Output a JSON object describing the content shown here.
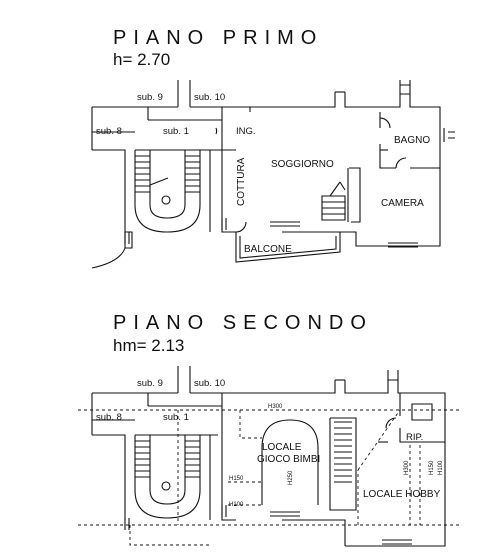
{
  "floors": [
    {
      "title": "PIANO PRIMO",
      "height": "h= 2.70",
      "labels": {
        "sub9": "sub. 9",
        "sub10": "sub. 10",
        "sub8": "sub. 8",
        "sub1": "sub. 1",
        "ing": "ING.",
        "soggiorno": "SOGGIORNO",
        "bagno": "BAGNO",
        "cottura": "COTTURA",
        "camera": "CAMERA",
        "balcone": "BALCONE"
      }
    },
    {
      "title": "PIANO SECONDO",
      "height": "hm= 2.13",
      "labels": {
        "sub9": "sub. 9",
        "sub10": "sub. 10",
        "sub8": "sub. 8",
        "sub1": "sub. 1",
        "h300a": "H300",
        "locale_gioco_1": "LOCALE",
        "locale_gioco_2": "GIOCO BIMBI",
        "rip": "RIP.",
        "h150a": "H150",
        "h250": "H250",
        "h300b": "H300",
        "h150b": "H150",
        "h100a": "H100",
        "h100b": "H100",
        "locale_hobby": "LOCALE HOBBY"
      }
    }
  ]
}
